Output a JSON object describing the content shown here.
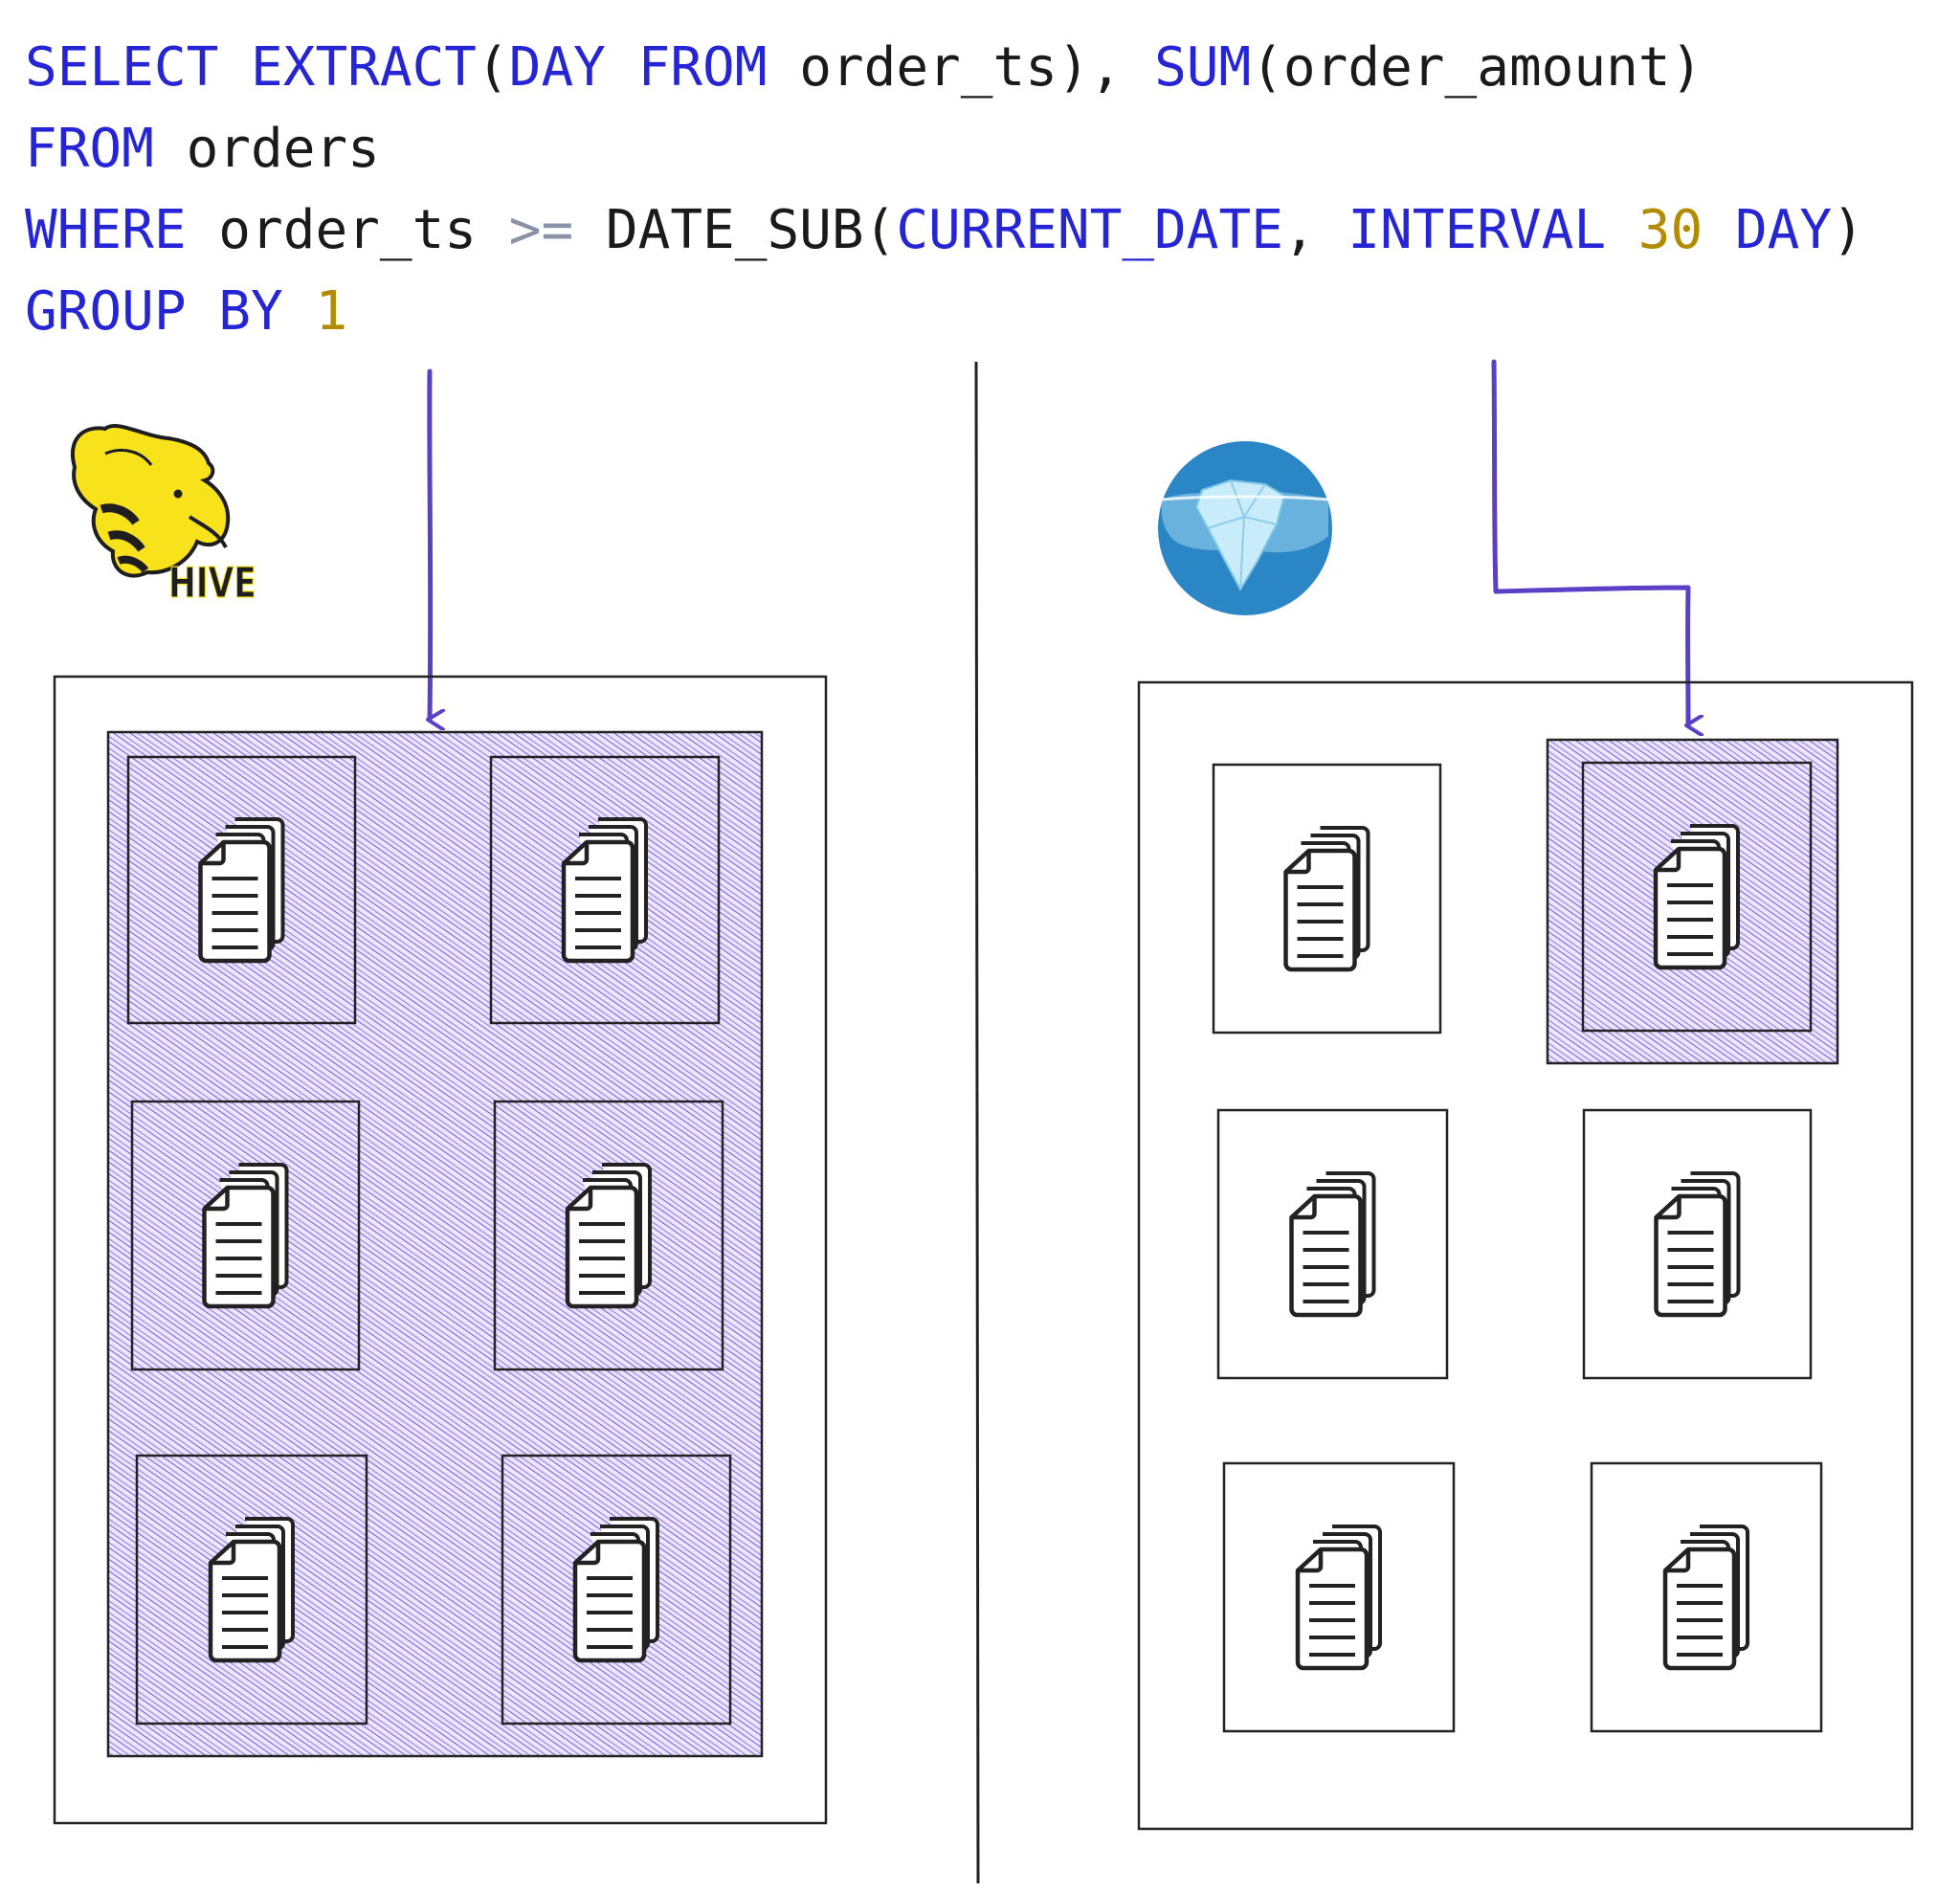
{
  "query": {
    "lines": [
      [
        {
          "t": "SELECT",
          "c": "kw"
        },
        {
          "t": " ",
          "c": "tx"
        },
        {
          "t": "EXTRACT",
          "c": "fn"
        },
        {
          "t": "(",
          "c": "tx"
        },
        {
          "t": "DAY",
          "c": "kw"
        },
        {
          "t": " ",
          "c": "tx"
        },
        {
          "t": "FROM",
          "c": "kw"
        },
        {
          "t": " order_ts), ",
          "c": "tx"
        },
        {
          "t": "SUM",
          "c": "fn"
        },
        {
          "t": "(order_amount)",
          "c": "tx"
        }
      ],
      [
        {
          "t": "FROM",
          "c": "kw"
        },
        {
          "t": " orders",
          "c": "tx"
        }
      ],
      [
        {
          "t": "WHERE",
          "c": "kw"
        },
        {
          "t": " order_ts ",
          "c": "tx"
        },
        {
          "t": ">=",
          "c": "op"
        },
        {
          "t": " DATE_SUB(",
          "c": "tx"
        },
        {
          "t": "CURRENT_DATE",
          "c": "kw"
        },
        {
          "t": ", ",
          "c": "tx"
        },
        {
          "t": "INTERVAL",
          "c": "kw"
        },
        {
          "t": " ",
          "c": "tx"
        },
        {
          "t": "30",
          "c": "num"
        },
        {
          "t": " ",
          "c": "tx"
        },
        {
          "t": "DAY",
          "c": "kw"
        },
        {
          "t": ")",
          "c": "tx"
        }
      ],
      [
        {
          "t": "GROUP",
          "c": "kw"
        },
        {
          "t": " ",
          "c": "tx"
        },
        {
          "t": "BY",
          "c": "kw"
        },
        {
          "t": " ",
          "c": "tx"
        },
        {
          "t": "1",
          "c": "num"
        }
      ]
    ]
  },
  "hive": {
    "logo_text": "HIVE",
    "icon": "hive-bee-elephant-icon",
    "partitions_scanned": [
      true,
      true,
      true,
      true,
      true,
      true
    ]
  },
  "iceberg": {
    "icon": "iceberg-logo-icon",
    "partitions_scanned": [
      false,
      true,
      false,
      false,
      false,
      false
    ]
  },
  "colors": {
    "keyword": "#2525d6",
    "number": "#b38b00",
    "operator": "#8a93a6",
    "text": "#1a1a1a",
    "arrow": "#5b3fc6",
    "hatch": "#7b61e6",
    "hatch_bg": "#e9e4fc",
    "iceberg_blue": "#2b86c5"
  }
}
